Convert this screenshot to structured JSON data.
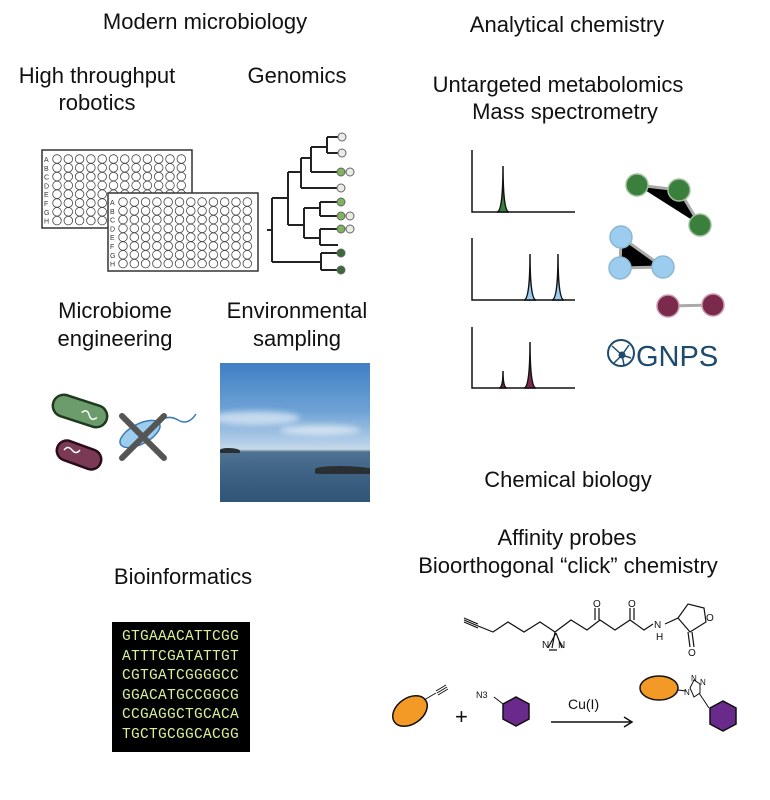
{
  "sections": {
    "modern_microbiology": "Modern microbiology",
    "high_throughput": [
      "High throughput",
      "robotics"
    ],
    "genomics": "Genomics",
    "microbiome": [
      "Microbiome",
      "engineering"
    ],
    "environmental": [
      "Environmental",
      "sampling"
    ],
    "bioinformatics": "Bioinformatics",
    "analytical_chemistry": "Analytical chemistry",
    "metabolomics": [
      "Untargeted metabolomics",
      "Mass spectrometry"
    ],
    "chemical_biology": "Chemical biology",
    "probes": [
      "Affinity probes",
      "Bioorthogonal “click” chemistry"
    ]
  },
  "plate_row_labels": [
    "A",
    "B",
    "C",
    "D",
    "E",
    "F",
    "G",
    "H"
  ],
  "dna_sequences": [
    "GTGAAACATTCGG",
    "ATTTCGATATTGT",
    "CGTGATCGGGGCC",
    "GGACATGCCGGCG",
    "CCGAGGCTGCACA",
    "TGCTGCGGCACGG"
  ],
  "gnps_logo": "GNPS",
  "chemistry": {
    "atom_O": "O",
    "atom_N": "N",
    "atom_H": "H",
    "azide": "N3",
    "plus": "+",
    "catalyst": "Cu(I)"
  },
  "colors": {
    "green": "#3b7f3d",
    "light_green": "#7fb35e",
    "blue": "#9dcdee",
    "maroon": "#7b2a4e",
    "orange": "#f39a26",
    "purple": "#6a2a8c",
    "dna_text": "#d8f09a"
  }
}
